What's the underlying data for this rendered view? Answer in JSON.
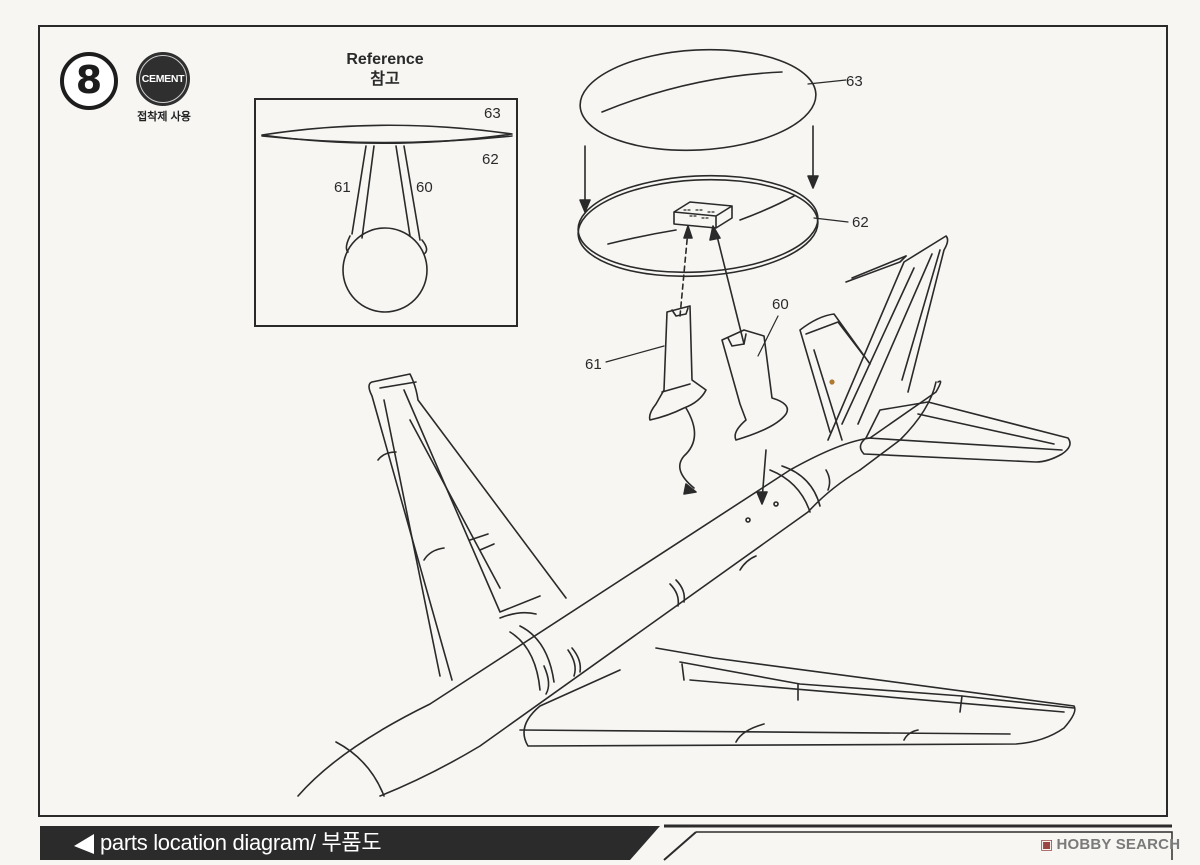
{
  "step": {
    "number": "8"
  },
  "cement": {
    "label": "CEMENT",
    "caption": "접착제 사용"
  },
  "reference": {
    "title_en": "Reference",
    "title_kr": "참고",
    "part_labels": [
      "63",
      "62",
      "61",
      "60"
    ]
  },
  "main_part_labels": [
    "63",
    "62",
    "60",
    "61"
  ],
  "footer": {
    "title": "parts location diagram/ 부품도"
  },
  "watermark": {
    "brand": "HOBBY SEARCH"
  }
}
